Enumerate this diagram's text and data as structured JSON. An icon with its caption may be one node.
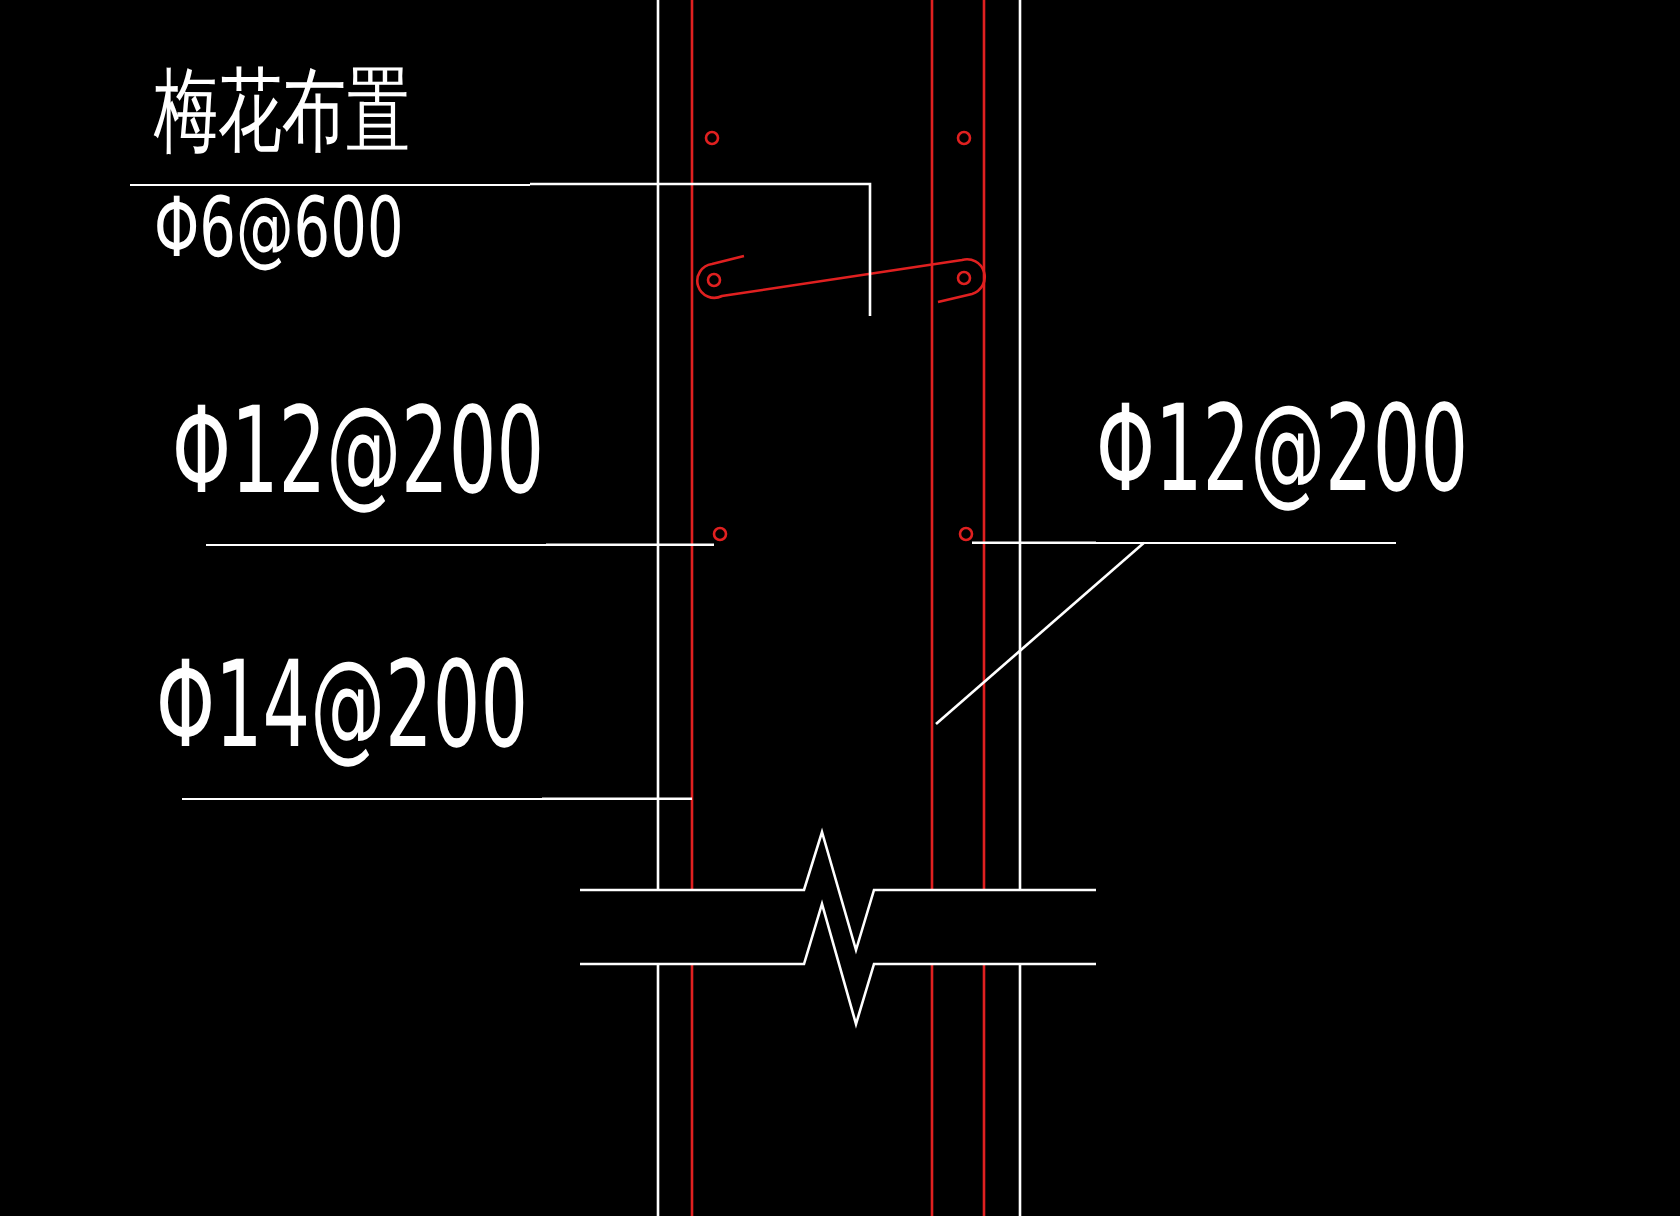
{
  "diagram": {
    "nodes": [
      {
        "text": [
          "梅花布置",
          "Φ6@600"
        ]
      },
      {
        "text": [
          "Φ12@200"
        ]
      },
      {
        "text": [
          "Φ14@200"
        ]
      },
      {
        "text": [
          "Φ12@200"
        ]
      }
    ],
    "edges": [
      {
        "from": 0,
        "to": null,
        "arrow": "none"
      },
      {
        "from": 1,
        "to": null,
        "arrow": "none"
      },
      {
        "from": 2,
        "to": null,
        "arrow": "none"
      },
      {
        "from": 3,
        "to": null,
        "arrow": "none"
      },
      {
        "from": 3,
        "to": null,
        "arrow": "none"
      }
    ]
  }
}
